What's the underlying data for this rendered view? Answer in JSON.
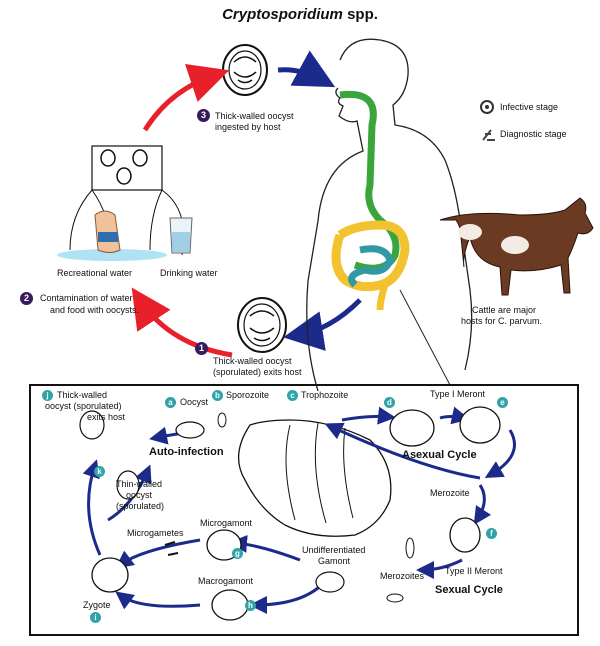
{
  "title": {
    "genus": "Cryptosporidium",
    "suffix": " spp."
  },
  "legend": {
    "infective": "Infective stage",
    "diagnostic": "Diagnostic stage"
  },
  "top_cycle": {
    "step1": {
      "num": "1",
      "line1": "Thick-walled oocyst",
      "line2": "(sporulated) exits host"
    },
    "step2": {
      "num": "2",
      "line1": "Contamination of water",
      "line2": "and food with oocysts."
    },
    "step3": {
      "num": "3",
      "line1": "Thick-walled oocyst",
      "line2": "ingested by host"
    },
    "recreational": "Recreational water",
    "drinking": "Drinking water",
    "cattle_line1": "Cattle are major",
    "cattle_line2": "hosts for C. parvum."
  },
  "lower_cycle": {
    "a": {
      "letter": "a",
      "label": "Oocyst"
    },
    "b": {
      "letter": "b",
      "label": "Sporozoite"
    },
    "c": {
      "letter": "c",
      "label": "Trophozoite"
    },
    "d": {
      "letter": "d",
      "label": "Type I Meront"
    },
    "e": {
      "letter": "e"
    },
    "f": {
      "letter": "f",
      "label": "Type II Meront"
    },
    "g": {
      "letter": "g",
      "label": "Microgamont"
    },
    "h": {
      "letter": "h",
      "label": "Macrogamont"
    },
    "i": {
      "letter": "i",
      "label": "Zygote"
    },
    "j": {
      "letter": "j",
      "line1": "Thick-walled",
      "line2": "oocyst (sporulated)",
      "line3": "exits host"
    },
    "k": {
      "letter": "k",
      "line1": "Thin-walled",
      "line2": "oocyst",
      "line3": "(sporulated)"
    },
    "merozoite": "Merozoite",
    "merozoites": "Merozoites",
    "microgametes": "Microgametes",
    "undiff1": "Undifferentiated",
    "undiff2": "Gamont",
    "auto_infection": "Auto-infection",
    "asexual": "Asexual Cycle",
    "sexual": "Sexual Cycle"
  },
  "colors": {
    "red_arrow": "#e8202a",
    "blue_arrow": "#1c2a8c",
    "step_circle": "#3a1a5e",
    "letter_circle": "#2fa3a8",
    "gut_green": "#3aa53a",
    "gut_yellow": "#f2c230",
    "gut_teal": "#2f9aa3",
    "cow_brown": "#6b3a22"
  }
}
